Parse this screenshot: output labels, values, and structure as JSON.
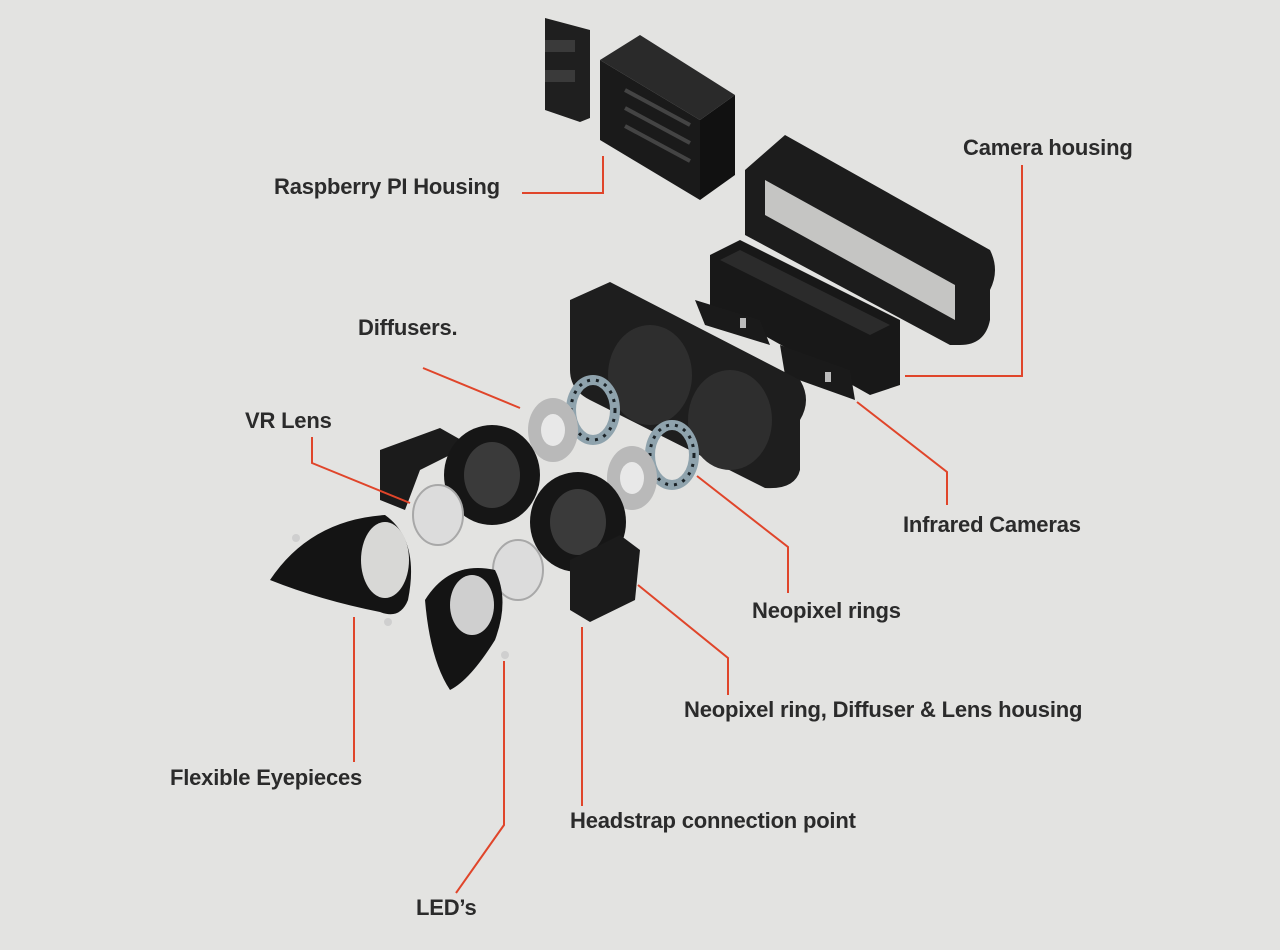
{
  "labels": {
    "raspberry_pi_housing": "Raspberry PI Housing",
    "camera_housing": "Camera housing",
    "diffusers": "Diffusers.",
    "vr_lens": "VR Lens",
    "infrared_cameras": "Infrared Cameras",
    "neopixel_rings": "Neopixel rings",
    "lens_housing": "Neopixel ring, Diffuser & Lens housing",
    "flexible_eyepieces": "Flexible Eyepieces",
    "headstrap_connection_point": "Headstrap connection point",
    "leds": "LED’s"
  },
  "colors": {
    "background": "#e3e3e1",
    "leader_line": "#e0452a",
    "label_text": "#2b2b2b",
    "part_fill": "#1c1c1c"
  }
}
